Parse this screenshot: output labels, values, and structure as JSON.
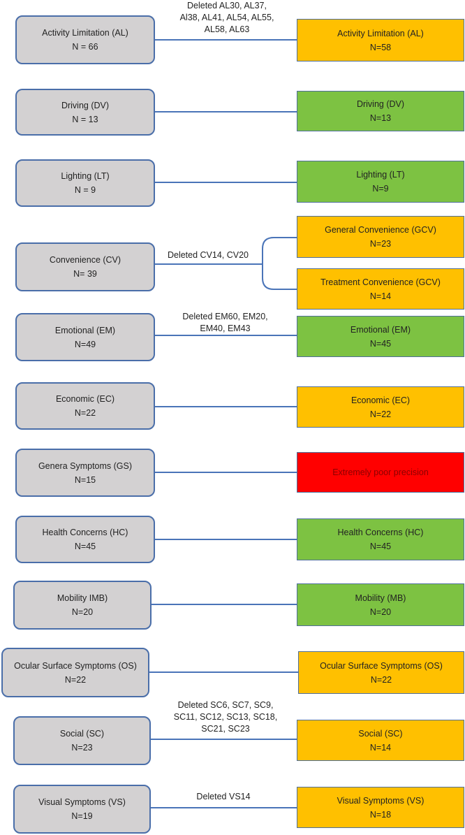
{
  "colors": {
    "gray": "#d3d1d2",
    "orange": "#ffc000",
    "green": "#7dc242",
    "red": "#ff0000",
    "line": "#4a74b8"
  },
  "rows": [
    {
      "left": {
        "label": "Activity Limitation (AL)",
        "n": "N = 66"
      },
      "right": {
        "label": "Activity Limitation (AL)",
        "n": "N=58",
        "color": "orange"
      },
      "note": [
        "Deleted AL30, AL37,",
        "Al38, AL41, AL54, AL55,",
        "AL58, AL63"
      ]
    },
    {
      "left": {
        "label": "Driving (DV)",
        "n": "N = 13"
      },
      "right": {
        "label": "Driving (DV)",
        "n": "N=13",
        "color": "green"
      }
    },
    {
      "left": {
        "label": "Lighting (LT)",
        "n": "N = 9"
      },
      "right": {
        "label": "Lighting (LT)",
        "n": "N=9",
        "color": "green"
      }
    },
    {
      "left": {
        "label": "Convenience (CV)",
        "n": "N= 39"
      },
      "right": {
        "label": "General Convenience (GCV)",
        "n": "N=23",
        "color": "orange"
      },
      "right2": {
        "label": "Treatment Convenience (GCV)",
        "n": "N=14",
        "color": "orange"
      },
      "note": [
        "Deleted CV14, CV20"
      ]
    },
    {
      "left": {
        "label": "Emotional (EM)",
        "n": "N=49"
      },
      "right": {
        "label": "Emotional (EM)",
        "n": "N=45",
        "color": "green"
      },
      "note": [
        "Deleted EM60, EM20,",
        "EM40, EM43"
      ]
    },
    {
      "left": {
        "label": "Economic (EC)",
        "n": "N=22"
      },
      "right": {
        "label": "Economic (EC)",
        "n": "N=22",
        "color": "orange"
      }
    },
    {
      "left": {
        "label": "Genera Symptoms (GS)",
        "n": "N=15"
      },
      "right": {
        "label": "Extremely poor precision",
        "color": "red"
      }
    },
    {
      "left": {
        "label": "Health Concerns (HC)",
        "n": "N=45"
      },
      "right": {
        "label": "Health Concerns (HC)",
        "n": "N=45",
        "color": "green"
      }
    },
    {
      "left": {
        "label": "Mobility IMB)",
        "n": "N=20"
      },
      "right": {
        "label": "Mobility (MB)",
        "n": "N=20",
        "color": "green"
      }
    },
    {
      "left": {
        "label": "Ocular Surface Symptoms (OS)",
        "n": "N=22"
      },
      "right": {
        "label": "Ocular Surface Symptoms (OS)",
        "n": "N=22",
        "color": "orange"
      }
    },
    {
      "left": {
        "label": "Social (SC)",
        "n": "N=23"
      },
      "right": {
        "label": "Social (SC)",
        "n": "N=14",
        "color": "orange"
      },
      "note": [
        "Deleted SC6, SC7, SC9,",
        "SC11, SC12, SC13, SC18,",
        "SC21, SC23"
      ]
    },
    {
      "left": {
        "label": "Visual Symptoms (VS)",
        "n": "N=19"
      },
      "right": {
        "label": "Visual Symptoms (VS)",
        "n": "N=18",
        "color": "orange"
      },
      "note": [
        "Deleted VS14"
      ]
    }
  ]
}
